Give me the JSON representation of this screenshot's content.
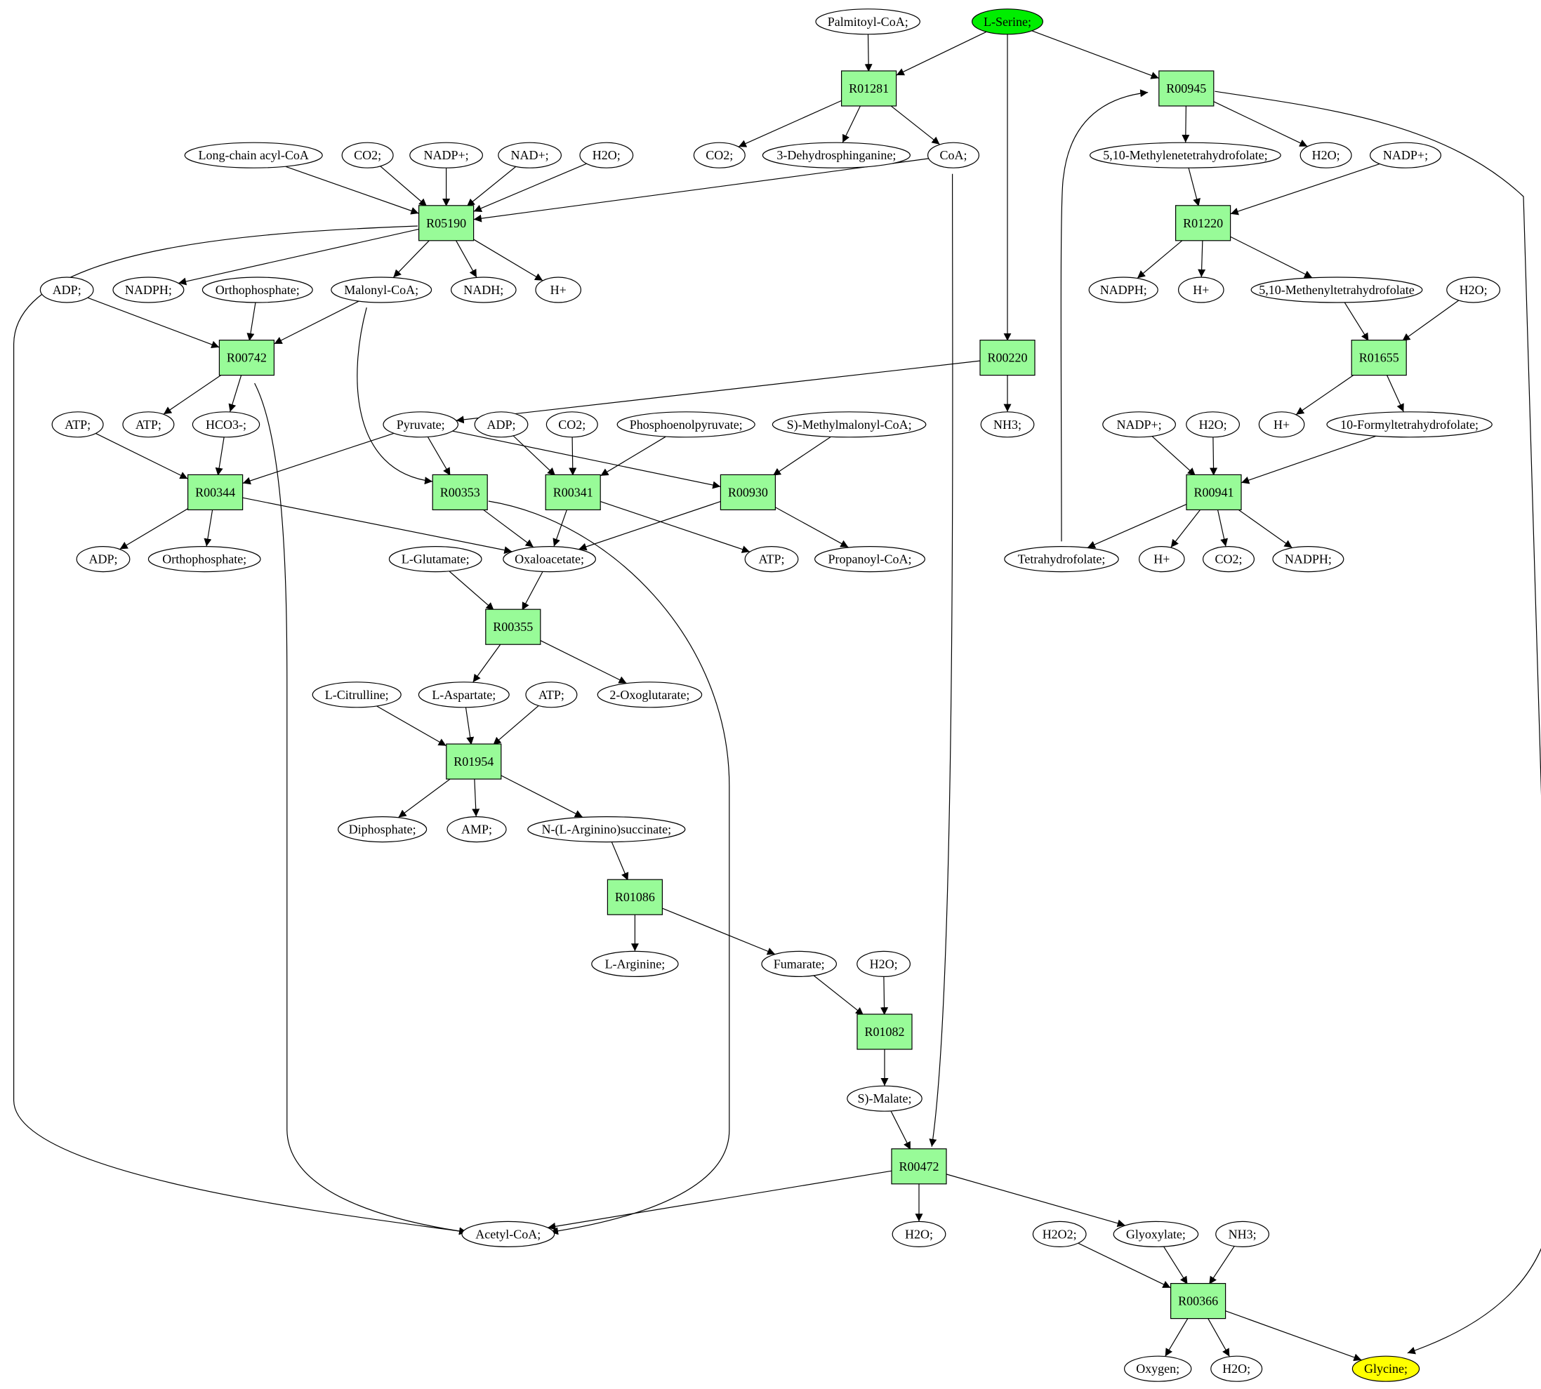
{
  "colors": {
    "reaction_fill": "#98FB98",
    "metabolite_fill": "#FFFFFF",
    "source_fill": "#00EE00",
    "target_fill": "#FFFF00",
    "stroke": "#000000"
  },
  "nodes": [
    {
      "id": "palmitoyl",
      "label": "Palmitoyl-CoA;",
      "kind": "metabolite"
    },
    {
      "id": "serine",
      "label": "L-Serine;",
      "kind": "source"
    },
    {
      "id": "R01281",
      "label": "R01281",
      "kind": "reaction"
    },
    {
      "id": "R00945",
      "label": "R00945",
      "kind": "reaction"
    },
    {
      "id": "longchain",
      "label": "Long-chain acyl-CoA",
      "kind": "metabolite"
    },
    {
      "id": "co2_a",
      "label": "CO2;",
      "kind": "metabolite"
    },
    {
      "id": "nadpplus_a",
      "label": "NADP+;",
      "kind": "metabolite"
    },
    {
      "id": "nadplus",
      "label": "NAD+;",
      "kind": "metabolite"
    },
    {
      "id": "h2o_a",
      "label": "H2O;",
      "kind": "metabolite"
    },
    {
      "id": "co2_b",
      "label": "CO2;",
      "kind": "metabolite"
    },
    {
      "id": "dehydro",
      "label": "3-Dehydrosphinganine;",
      "kind": "metabolite"
    },
    {
      "id": "coa",
      "label": "CoA;",
      "kind": "metabolite"
    },
    {
      "id": "methylene",
      "label": "5,10-Methylenetetrahydrofolate;",
      "kind": "metabolite"
    },
    {
      "id": "h2o_b",
      "label": "H2O;",
      "kind": "metabolite"
    },
    {
      "id": "nadpplus_b",
      "label": "NADP+;",
      "kind": "metabolite"
    },
    {
      "id": "R05190",
      "label": "R05190",
      "kind": "reaction"
    },
    {
      "id": "R01220",
      "label": "R01220",
      "kind": "reaction"
    },
    {
      "id": "adp_a",
      "label": "ADP;",
      "kind": "metabolite"
    },
    {
      "id": "nadph_a",
      "label": "NADPH;",
      "kind": "metabolite"
    },
    {
      "id": "ortho_a",
      "label": "Orthophosphate;",
      "kind": "metabolite"
    },
    {
      "id": "malonyl",
      "label": "Malonyl-CoA;",
      "kind": "metabolite"
    },
    {
      "id": "nadh",
      "label": "NADH;",
      "kind": "metabolite"
    },
    {
      "id": "hplus_a",
      "label": "H+",
      "kind": "metabolite"
    },
    {
      "id": "nadph_b",
      "label": "NADPH;",
      "kind": "metabolite"
    },
    {
      "id": "hplus_b",
      "label": "H+",
      "kind": "metabolite"
    },
    {
      "id": "methenyl",
      "label": "5,10-Methenyltetrahydrofolate",
      "kind": "metabolite"
    },
    {
      "id": "h2o_c",
      "label": "H2O;",
      "kind": "metabolite"
    },
    {
      "id": "R00742",
      "label": "R00742",
      "kind": "reaction"
    },
    {
      "id": "R00220",
      "label": "R00220",
      "kind": "reaction"
    },
    {
      "id": "R01655",
      "label": "R01655",
      "kind": "reaction"
    },
    {
      "id": "atp_a",
      "label": "ATP;",
      "kind": "metabolite"
    },
    {
      "id": "atp_b",
      "label": "ATP;",
      "kind": "metabolite"
    },
    {
      "id": "hco3",
      "label": "HCO3-;",
      "kind": "metabolite"
    },
    {
      "id": "pyruvate",
      "label": "Pyruvate;",
      "kind": "metabolite"
    },
    {
      "id": "adp_b",
      "label": "ADP;",
      "kind": "metabolite"
    },
    {
      "id": "co2_c",
      "label": "CO2;",
      "kind": "metabolite"
    },
    {
      "id": "pep",
      "label": "Phosphoenolpyruvate;",
      "kind": "metabolite"
    },
    {
      "id": "smethyl",
      "label": "S)-Methylmalonyl-CoA;",
      "kind": "metabolite"
    },
    {
      "id": "nh3_a",
      "label": "NH3;",
      "kind": "metabolite"
    },
    {
      "id": "nadpplus_c",
      "label": "NADP+;",
      "kind": "metabolite"
    },
    {
      "id": "h2o_d",
      "label": "H2O;",
      "kind": "metabolite"
    },
    {
      "id": "hplus_c",
      "label": "H+",
      "kind": "metabolite"
    },
    {
      "id": "formyl",
      "label": "10-Formyltetrahydrofolate;",
      "kind": "metabolite"
    },
    {
      "id": "R00344",
      "label": "R00344",
      "kind": "reaction"
    },
    {
      "id": "R00353",
      "label": "R00353",
      "kind": "reaction"
    },
    {
      "id": "R00341",
      "label": "R00341",
      "kind": "reaction"
    },
    {
      "id": "R00930",
      "label": "R00930",
      "kind": "reaction"
    },
    {
      "id": "R00941",
      "label": "R00941",
      "kind": "reaction"
    },
    {
      "id": "adp_c",
      "label": "ADP;",
      "kind": "metabolite"
    },
    {
      "id": "ortho_b",
      "label": "Orthophosphate;",
      "kind": "metabolite"
    },
    {
      "id": "glutamate",
      "label": "L-Glutamate;",
      "kind": "metabolite"
    },
    {
      "id": "oxalo",
      "label": "Oxaloacetate;",
      "kind": "metabolite"
    },
    {
      "id": "atp_c",
      "label": "ATP;",
      "kind": "metabolite"
    },
    {
      "id": "propanoyl",
      "label": "Propanoyl-CoA;",
      "kind": "metabolite"
    },
    {
      "id": "thf",
      "label": "Tetrahydrofolate;",
      "kind": "metabolite"
    },
    {
      "id": "hplus_d",
      "label": "H+",
      "kind": "metabolite"
    },
    {
      "id": "co2_d",
      "label": "CO2;",
      "kind": "metabolite"
    },
    {
      "id": "nadph_c",
      "label": "NADPH;",
      "kind": "metabolite"
    },
    {
      "id": "R00355",
      "label": "R00355",
      "kind": "reaction"
    },
    {
      "id": "citrulline",
      "label": "L-Citrulline;",
      "kind": "metabolite"
    },
    {
      "id": "aspartate",
      "label": "L-Aspartate;",
      "kind": "metabolite"
    },
    {
      "id": "atp_d",
      "label": "ATP;",
      "kind": "metabolite"
    },
    {
      "id": "oxoglut",
      "label": "2-Oxoglutarate;",
      "kind": "metabolite"
    },
    {
      "id": "R01954",
      "label": "R01954",
      "kind": "reaction"
    },
    {
      "id": "diphos",
      "label": "Diphosphate;",
      "kind": "metabolite"
    },
    {
      "id": "amp",
      "label": "AMP;",
      "kind": "metabolite"
    },
    {
      "id": "argsucc",
      "label": "N-(L-Arginino)succinate;",
      "kind": "metabolite"
    },
    {
      "id": "R01086",
      "label": "R01086",
      "kind": "reaction"
    },
    {
      "id": "arginine",
      "label": "L-Arginine;",
      "kind": "metabolite"
    },
    {
      "id": "fumarate",
      "label": "Fumarate;",
      "kind": "metabolite"
    },
    {
      "id": "h2o_e",
      "label": "H2O;",
      "kind": "metabolite"
    },
    {
      "id": "R01082",
      "label": "R01082",
      "kind": "reaction"
    },
    {
      "id": "smalate",
      "label": "S)-Malate;",
      "kind": "metabolite"
    },
    {
      "id": "R00472",
      "label": "R00472",
      "kind": "reaction"
    },
    {
      "id": "acetylcoa",
      "label": "Acetyl-CoA;",
      "kind": "metabolite"
    },
    {
      "id": "h2o_f",
      "label": "H2O;",
      "kind": "metabolite"
    },
    {
      "id": "h2o2",
      "label": "H2O2;",
      "kind": "metabolite"
    },
    {
      "id": "glyoxylate",
      "label": "Glyoxylate;",
      "kind": "metabolite"
    },
    {
      "id": "nh3_b",
      "label": "NH3;",
      "kind": "metabolite"
    },
    {
      "id": "R00366",
      "label": "R00366",
      "kind": "reaction"
    },
    {
      "id": "oxygen",
      "label": "Oxygen;",
      "kind": "metabolite"
    },
    {
      "id": "h2o_g",
      "label": "H2O;",
      "kind": "metabolite"
    },
    {
      "id": "glycine",
      "label": "Glycine;",
      "kind": "target"
    }
  ],
  "edges": [
    {
      "from": "palmitoyl",
      "to": "R01281"
    },
    {
      "from": "serine",
      "to": "R01281"
    },
    {
      "from": "serine",
      "to": "R00945"
    },
    {
      "from": "serine",
      "to": "R00220"
    },
    {
      "from": "R01281",
      "to": "co2_b"
    },
    {
      "from": "R01281",
      "to": "dehydro"
    },
    {
      "from": "R01281",
      "to": "coa"
    },
    {
      "from": "coa",
      "to": "R05190"
    },
    {
      "from": "coa",
      "to": "R00472"
    },
    {
      "from": "longchain",
      "to": "R05190"
    },
    {
      "from": "co2_a",
      "to": "R05190"
    },
    {
      "from": "nadpplus_a",
      "to": "R05190"
    },
    {
      "from": "nadplus",
      "to": "R05190"
    },
    {
      "from": "h2o_a",
      "to": "R05190"
    },
    {
      "from": "R05190",
      "to": "nadph_a"
    },
    {
      "from": "R05190",
      "to": "malonyl"
    },
    {
      "from": "R05190",
      "to": "nadh"
    },
    {
      "from": "R05190",
      "to": "hplus_a"
    },
    {
      "from": "R05190",
      "to": "acetylcoa"
    },
    {
      "from": "adp_a",
      "to": "R00742"
    },
    {
      "from": "ortho_a",
      "to": "R00742"
    },
    {
      "from": "malonyl",
      "to": "R00742"
    },
    {
      "from": "malonyl",
      "to": "R00353"
    },
    {
      "from": "R00742",
      "to": "atp_b"
    },
    {
      "from": "R00742",
      "to": "hco3"
    },
    {
      "from": "R00742",
      "to": "acetylcoa"
    },
    {
      "from": "R00945",
      "to": "methylene"
    },
    {
      "from": "R00945",
      "to": "h2o_b"
    },
    {
      "from": "R00945",
      "to": "glycine"
    },
    {
      "from": "methylene",
      "to": "R01220"
    },
    {
      "from": "nadpplus_b",
      "to": "R01220"
    },
    {
      "from": "R01220",
      "to": "nadph_b"
    },
    {
      "from": "R01220",
      "to": "hplus_b"
    },
    {
      "from": "R01220",
      "to": "methenyl"
    },
    {
      "from": "methenyl",
      "to": "R01655"
    },
    {
      "from": "h2o_c",
      "to": "R01655"
    },
    {
      "from": "R01655",
      "to": "hplus_c"
    },
    {
      "from": "R01655",
      "to": "formyl"
    },
    {
      "from": "R00220",
      "to": "nh3_a"
    },
    {
      "from": "R00220",
      "to": "pyruvate"
    },
    {
      "from": "atp_a",
      "to": "R00344"
    },
    {
      "from": "hco3",
      "to": "R00344"
    },
    {
      "from": "pyruvate",
      "to": "R00344"
    },
    {
      "from": "pyruvate",
      "to": "R00353"
    },
    {
      "from": "pyruvate",
      "to": "R00930"
    },
    {
      "from": "adp_b",
      "to": "R00341"
    },
    {
      "from": "co2_c",
      "to": "R00341"
    },
    {
      "from": "pep",
      "to": "R00341"
    },
    {
      "from": "smethyl",
      "to": "R00930"
    },
    {
      "from": "R00344",
      "to": "adp_c"
    },
    {
      "from": "R00344",
      "to": "ortho_b"
    },
    {
      "from": "R00344",
      "to": "oxalo"
    },
    {
      "from": "R00353",
      "to": "oxalo"
    },
    {
      "from": "R00353",
      "to": "acetylcoa"
    },
    {
      "from": "R00341",
      "to": "oxalo"
    },
    {
      "from": "R00341",
      "to": "atp_c"
    },
    {
      "from": "R00930",
      "to": "oxalo"
    },
    {
      "from": "R00930",
      "to": "propanoyl"
    },
    {
      "from": "nadpplus_c",
      "to": "R00941"
    },
    {
      "from": "h2o_d",
      "to": "R00941"
    },
    {
      "from": "formyl",
      "to": "R00941"
    },
    {
      "from": "R00941",
      "to": "thf"
    },
    {
      "from": "R00941",
      "to": "hplus_d"
    },
    {
      "from": "R00941",
      "to": "co2_d"
    },
    {
      "from": "R00941",
      "to": "nadph_c"
    },
    {
      "from": "thf",
      "to": "R00945"
    },
    {
      "from": "glutamate",
      "to": "R00355"
    },
    {
      "from": "oxalo",
      "to": "R00355"
    },
    {
      "from": "R00355",
      "to": "aspartate"
    },
    {
      "from": "R00355",
      "to": "oxoglut"
    },
    {
      "from": "citrulline",
      "to": "R01954"
    },
    {
      "from": "aspartate",
      "to": "R01954"
    },
    {
      "from": "atp_d",
      "to": "R01954"
    },
    {
      "from": "R01954",
      "to": "diphos"
    },
    {
      "from": "R01954",
      "to": "amp"
    },
    {
      "from": "R01954",
      "to": "argsucc"
    },
    {
      "from": "argsucc",
      "to": "R01086"
    },
    {
      "from": "R01086",
      "to": "arginine"
    },
    {
      "from": "R01086",
      "to": "fumarate"
    },
    {
      "from": "fumarate",
      "to": "R01082"
    },
    {
      "from": "h2o_e",
      "to": "R01082"
    },
    {
      "from": "R01082",
      "to": "smalate"
    },
    {
      "from": "smalate",
      "to": "R00472"
    },
    {
      "from": "R00472",
      "to": "acetylcoa"
    },
    {
      "from": "R00472",
      "to": "h2o_f"
    },
    {
      "from": "R00472",
      "to": "glyoxylate"
    },
    {
      "from": "h2o2",
      "to": "R00366"
    },
    {
      "from": "glyoxylate",
      "to": "R00366"
    },
    {
      "from": "nh3_b",
      "to": "R00366"
    },
    {
      "from": "R00366",
      "to": "oxygen"
    },
    {
      "from": "R00366",
      "to": "h2o_g"
    },
    {
      "from": "R00366",
      "to": "glycine"
    }
  ]
}
